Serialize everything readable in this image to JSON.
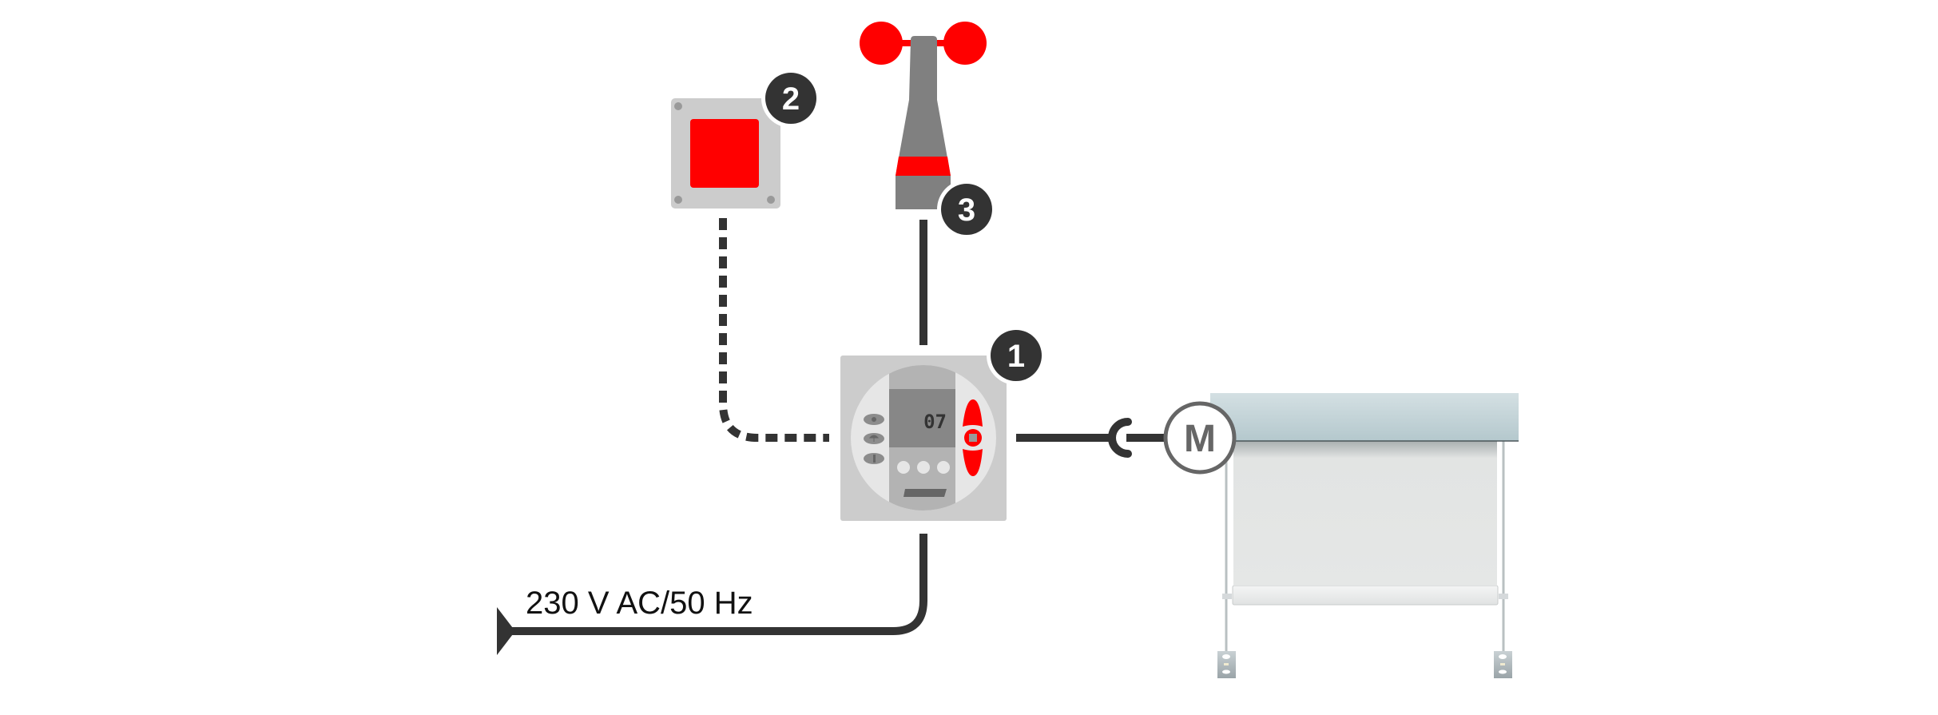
{
  "diagram": {
    "title": "Wiring diagram: controller with wind sensor, button and motor-driven roller blind",
    "colors": {
      "accent_red": "#ff0000",
      "wire_dark": "#333333",
      "device_gray": "#cccccc",
      "sensor_gray": "#808080",
      "badge_dark": "#333333",
      "motor_ring": "#666666",
      "blind_box": "#c4d6da",
      "blind_fabric": "#e5e7e6"
    },
    "components": {
      "controller": {
        "badge": "1",
        "lcd_value": "07",
        "side_icons": [
          "sun-icon",
          "umbrella-icon",
          "thermometer-icon"
        ],
        "buttons": [
          "up-arrow-button",
          "stop-button",
          "down-arrow-button"
        ],
        "round_buttons_count": 3
      },
      "push_button": {
        "badge": "2"
      },
      "wind_sensor": {
        "badge": "3"
      },
      "motor": {
        "symbol": "M"
      },
      "roller_blind": {}
    },
    "power_supply": {
      "label": "230 V AC/50 Hz"
    },
    "connections": [
      {
        "from": "push_button",
        "to": "controller",
        "style": "dashed"
      },
      {
        "from": "wind_sensor",
        "to": "controller",
        "style": "solid"
      },
      {
        "from": "controller",
        "to": "motor",
        "style": "solid-plug"
      },
      {
        "from": "power_supply",
        "to": "controller",
        "style": "solid"
      }
    ]
  }
}
